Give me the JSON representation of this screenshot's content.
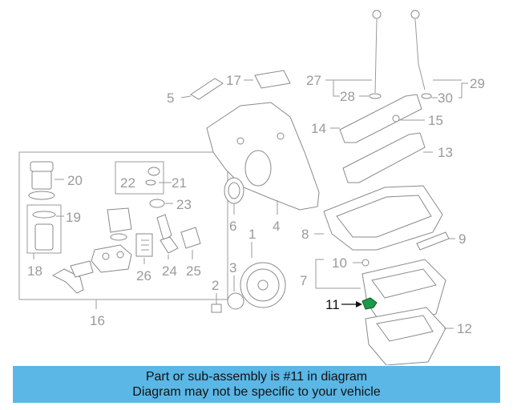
{
  "diagram": {
    "highlight_color": "#1a9a4a",
    "banner_color": "#5ab7e6",
    "callouts": {
      "c1": "1",
      "c2": "2",
      "c3": "3",
      "c4": "4",
      "c5": "5",
      "c6": "6",
      "c7": "7",
      "c8": "8",
      "c9": "9",
      "c10": "10",
      "c11": "11",
      "c12": "12",
      "c13": "13",
      "c14": "14",
      "c15": "15",
      "c16": "16",
      "c17": "17",
      "c18": "18",
      "c19": "19",
      "c20": "20",
      "c21": "21",
      "c22": "22",
      "c23": "23",
      "c24": "24",
      "c25": "25",
      "c26": "26",
      "c27": "27",
      "c28": "28",
      "c29": "29",
      "c30": "30"
    }
  },
  "banner": {
    "line1": "Part or sub-assembly is #11 in diagram",
    "line2": "Diagram may not be specific to your vehicle"
  }
}
